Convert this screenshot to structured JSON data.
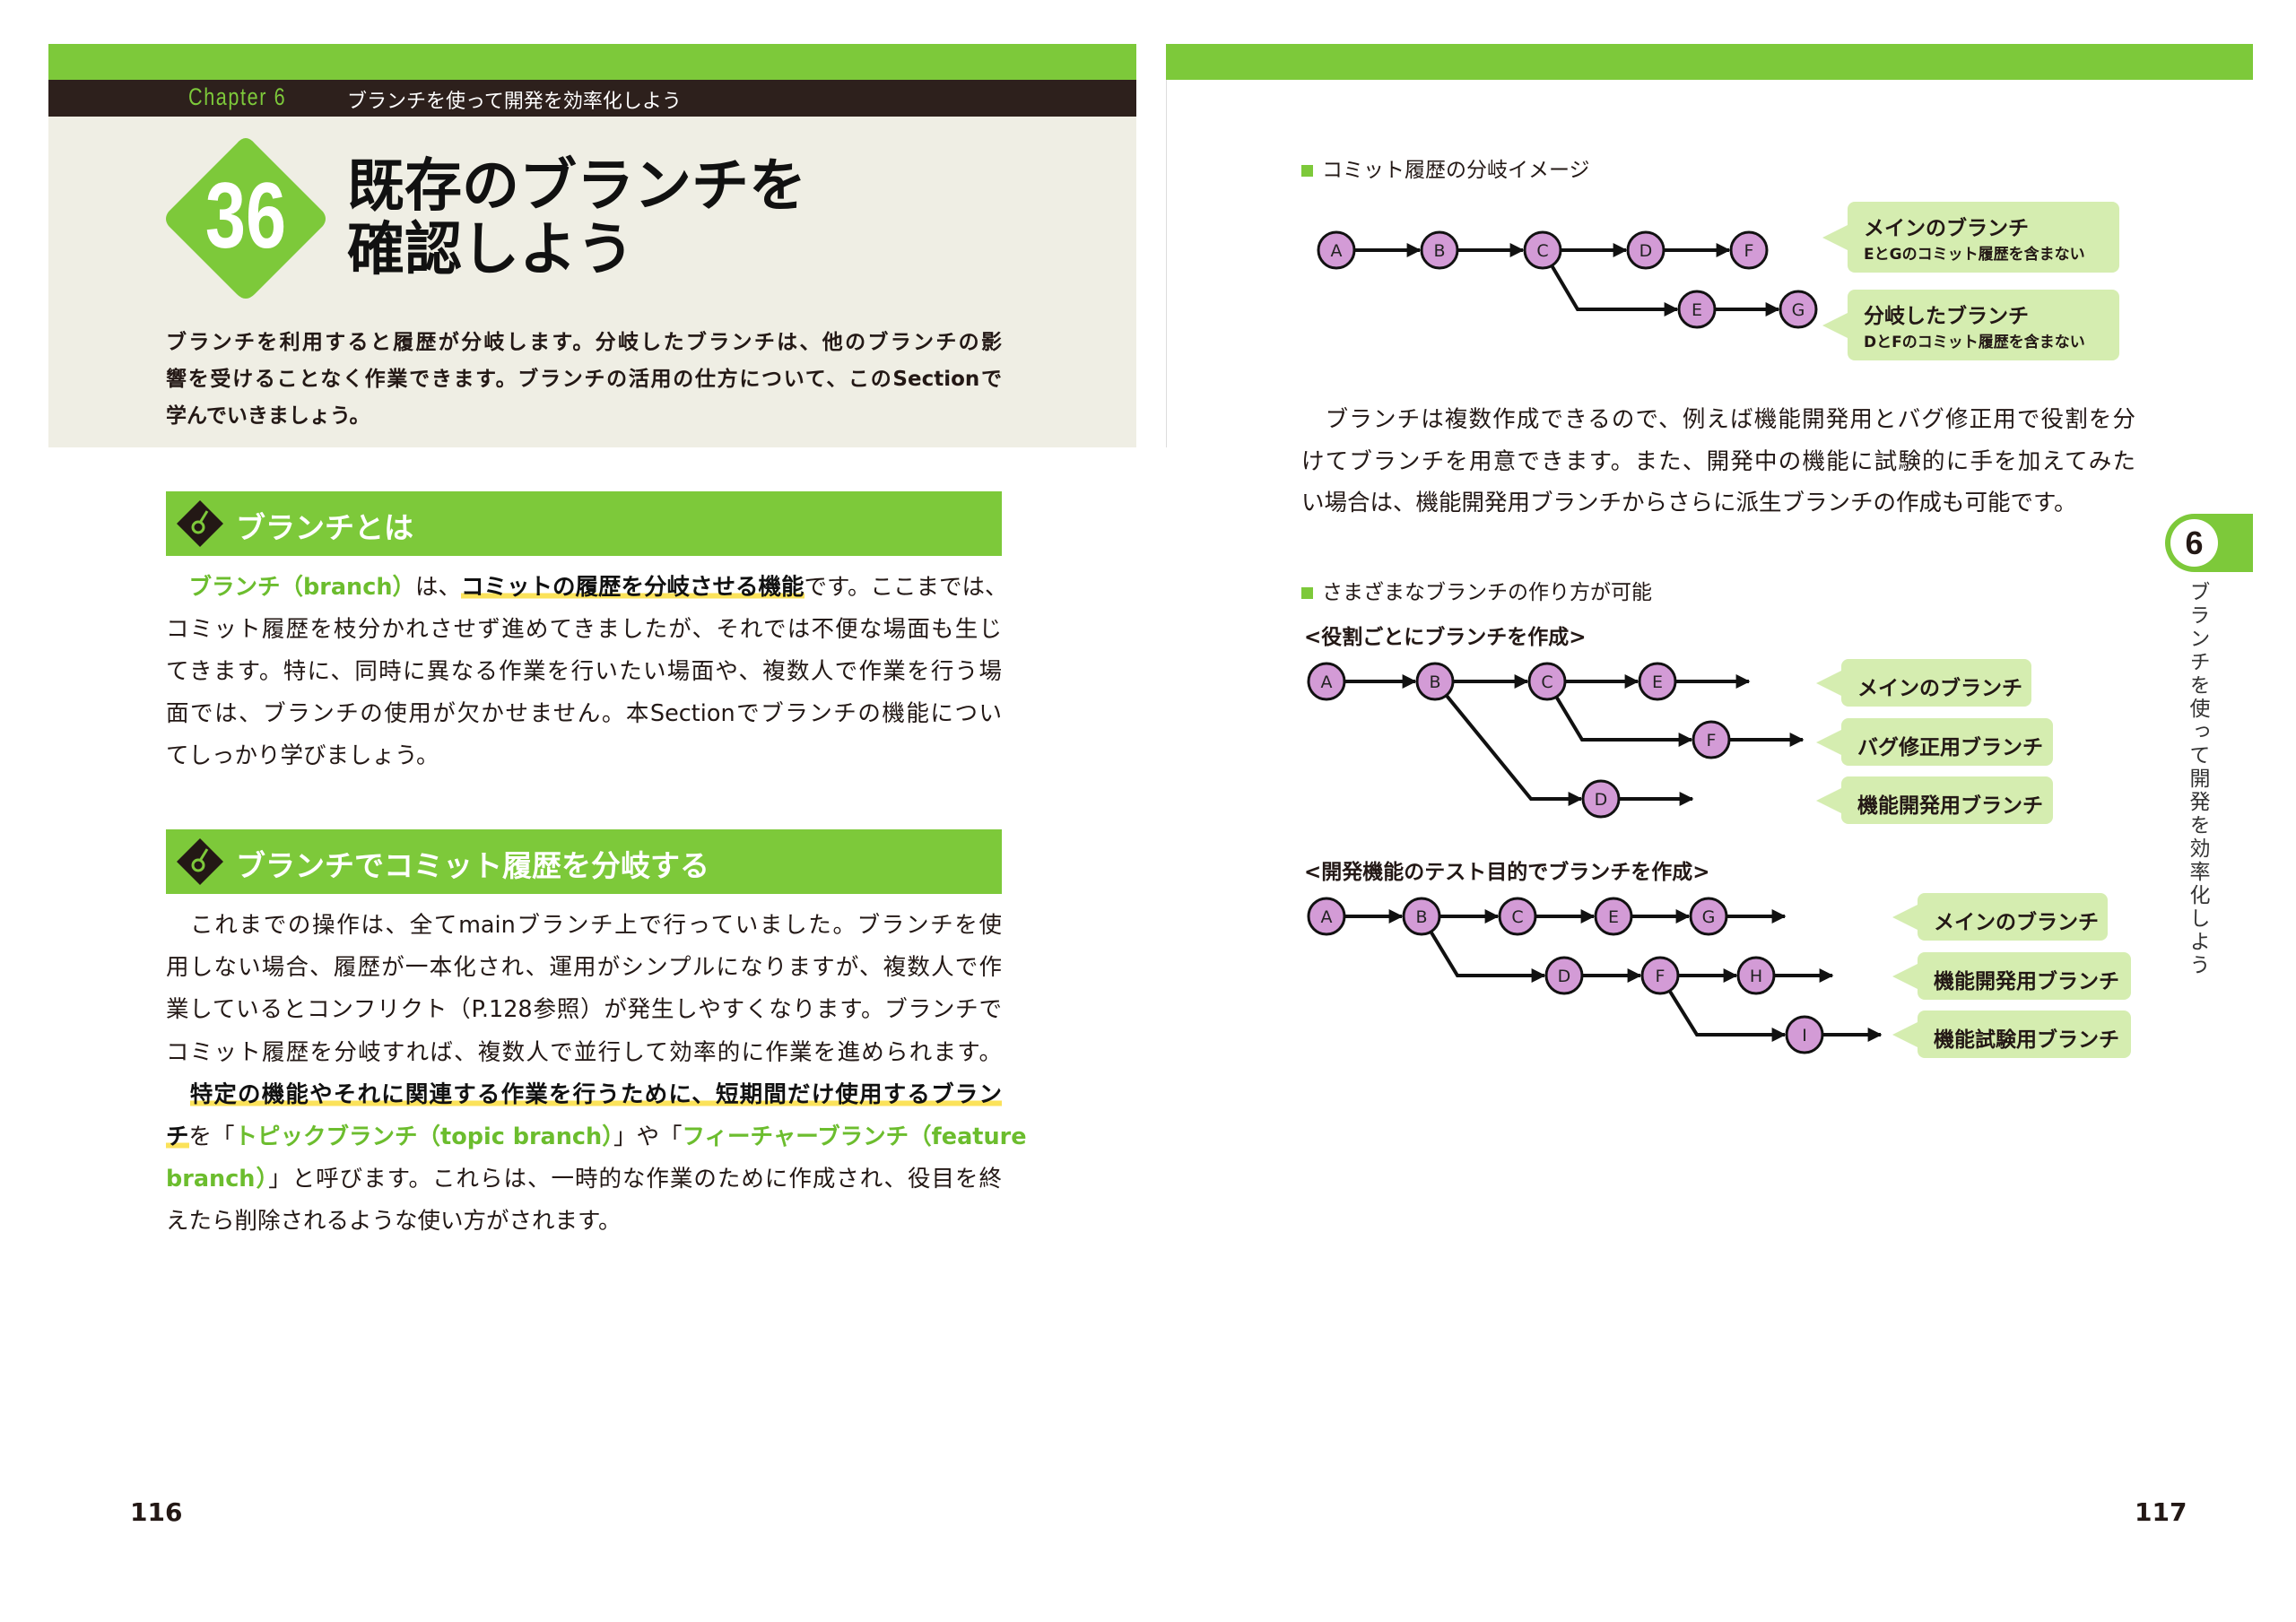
{
  "left_page": {
    "chapter_label": "Chapter 6",
    "chapter_title": "ブランチを使って開発を効率化しよう",
    "section_number": "36",
    "title_lines": [
      "既存のブランチを",
      "確認しよう"
    ],
    "lead_lines": [
      "ブランチを利用すると履歴が分岐します。分岐したブランチは、他のブランチの影",
      "響を受けることなく作業できます。ブランチの活用の仕方について、このSectionで",
      "学んでいきましょう。"
    ],
    "sections": [
      {
        "heading": "ブランチとは",
        "lines": [
          [
            {
              "t": "　"
            },
            {
              "t": "ブランチ（branch）",
              "s": "green"
            },
            {
              "t": "は、"
            },
            {
              "t": "コミットの履歴を分岐させる機能",
              "s": "strong"
            },
            {
              "t": "です。ここまでは、"
            }
          ],
          [
            {
              "t": "コミット履歴を枝分かれさせず進めてきましたが、それでは不便な場面も生じ"
            }
          ],
          [
            {
              "t": "てきます。特に、同時に異なる作業を行いたい場面や、複数人で作業を行う場"
            }
          ],
          [
            {
              "t": "面では、ブランチの使用が欠かせません。本Sectionでブランチの機能につい"
            }
          ],
          [
            {
              "t": "てしっかり学びましょう。"
            }
          ]
        ]
      },
      {
        "heading": "ブランチでコミット履歴を分岐する",
        "lines": [
          [
            {
              "t": "　これまでの操作は、全てmainブランチ上で行っていました。ブランチを使"
            }
          ],
          [
            {
              "t": "用しない場合、履歴が一本化され、運用がシンプルになりますが、複数人で作"
            }
          ],
          [
            {
              "t": "業しているとコンフリクト（P.128参照）が発生しやすくなります。ブランチで"
            }
          ],
          [
            {
              "t": "コミット履歴を分岐すれば、複数人で並行して効率的に作業を進められます。"
            }
          ],
          [
            {
              "t": "　"
            },
            {
              "t": "特定の機能やそれに関連する作業を行うために、短期間だけ使用するブラン",
              "s": "strong"
            }
          ],
          [
            {
              "t": "チ",
              "s": "strong"
            },
            {
              "t": "を「"
            },
            {
              "t": "トピックブランチ（topic branch）",
              "s": "green"
            },
            {
              "t": "」や「"
            },
            {
              "t": "フィーチャーブランチ（feature",
              "s": "green"
            }
          ],
          [
            {
              "t": "branch）",
              "s": "green"
            },
            {
              "t": "」と呼びます。これらは、一時的な作業のために作成され、役目を終"
            }
          ],
          [
            {
              "t": "えたら削除されるような使い方がされます。"
            }
          ]
        ]
      }
    ],
    "page_number": "116"
  },
  "right_page": {
    "figure1": {
      "title": "コミット履歴の分岐イメージ",
      "nodes": [
        "A",
        "B",
        "C",
        "D",
        "F",
        "E",
        "G"
      ],
      "callouts": [
        {
          "label": "メインのブランチ",
          "note": "EとGのコミット履歴を含まない"
        },
        {
          "label": "分岐したブランチ",
          "note": "DとFのコミット履歴を含まない"
        }
      ]
    },
    "paragraph_lines": [
      [
        {
          "t": "　ブランチは複数作成できるので、例えば機能開発用とバグ修正用で役割を分"
        }
      ],
      [
        {
          "t": "けてブランチを用意できます。また、開発中の機能に試験的に手を加えてみた"
        }
      ],
      [
        {
          "t": "い場合は、機能開発用ブランチからさらに派生ブランチの作成も可能です。"
        }
      ]
    ],
    "figure2": {
      "title": "さまざまなブランチの作り方が可能",
      "diagram_a": {
        "subtitle": "<役割ごとにブランチを作成>",
        "nodes": [
          "A",
          "B",
          "C",
          "E",
          "F",
          "D"
        ],
        "callouts": [
          "メインのブランチ",
          "バグ修正用ブランチ",
          "機能開発用ブランチ"
        ]
      },
      "diagram_b": {
        "subtitle": "<開発機能のテスト目的でブランチを作成>",
        "nodes": [
          "A",
          "B",
          "C",
          "E",
          "G",
          "D",
          "F",
          "H",
          "I"
        ],
        "callouts": [
          "メインのブランチ",
          "機能開発用ブランチ",
          "機能試験用ブランチ"
        ]
      }
    },
    "chapter_tab": "6",
    "running_head": "ブランチを使って開発を効率化しよう",
    "page_number": "117"
  },
  "colors": {
    "accent_green": "#7dc93a",
    "node_fill": "#d39bd6",
    "callout": "#d5edb0",
    "highlight": "#fbe25a"
  }
}
